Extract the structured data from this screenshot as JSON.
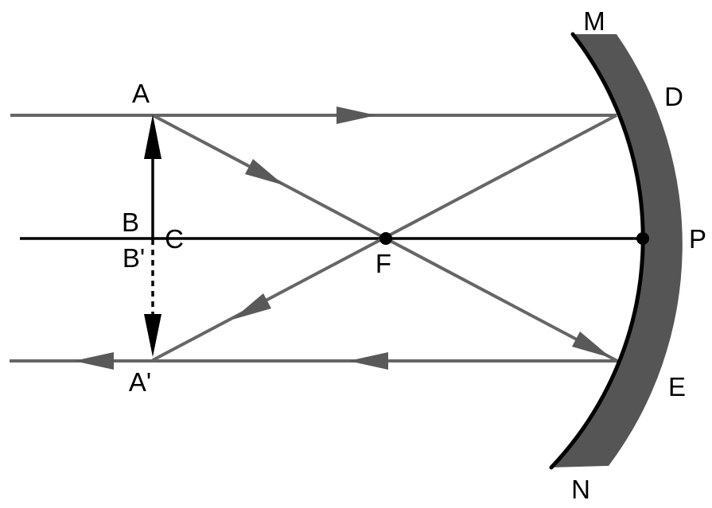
{
  "diagram": {
    "type": "concave-mirror-ray-diagram",
    "labels": {
      "object_top": "A",
      "object_base": "B",
      "center_point": "C",
      "image_base": "B'",
      "image_top": "A'",
      "focus": "F",
      "mirror_top": "M",
      "mirror_upper_hit": "D",
      "pole": "P",
      "mirror_lower_hit": "E",
      "mirror_bottom": "N"
    },
    "colors": {
      "background": "#ffffff",
      "ray": "#666666",
      "ray_arrowhead": "#595959",
      "mirror_fill": "#555555",
      "mirror_surface": "#000000",
      "axis": "#000000",
      "object": "#000000"
    }
  }
}
